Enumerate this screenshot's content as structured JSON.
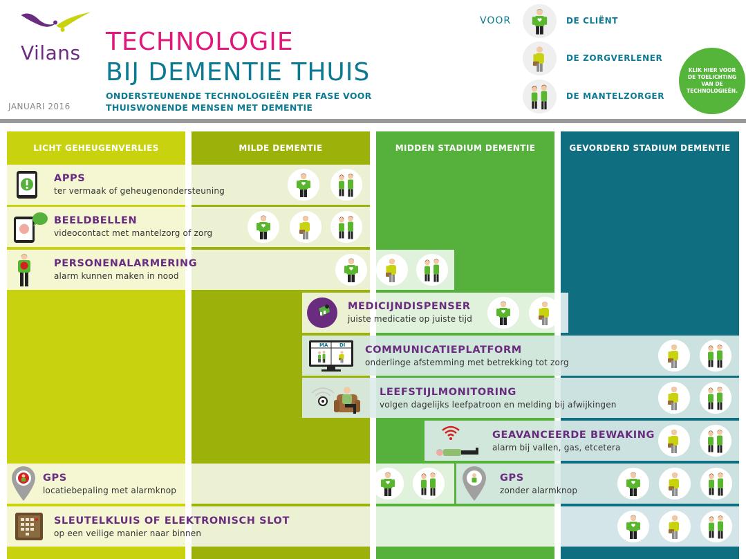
{
  "header": {
    "logo_text": "Vilans",
    "title_line1": "TECHNOLOGIE",
    "title_line2": "BIJ DEMENTIE THUIS",
    "subtitle_line1": "ONDERSTEUNENDE TECHNOLOGIEËN PER FASE VOOR",
    "subtitle_line2": "THUISWONENDE MENSEN MET DEMENTIE",
    "date": "JANUARI 2016"
  },
  "legend": {
    "voor": "VOOR",
    "client": "DE CLIËNT",
    "zorgverlener": "DE ZORGVERLENER",
    "mantelzorger": "DE MANTELZORGER",
    "info_button": "KLIK HIER VOOR DE TOELICHTING VAN DE TECHNOLOGIEËN."
  },
  "columns": [
    {
      "label": "LICHT GEHEUGENVERLIES",
      "color": "#c9d20e"
    },
    {
      "label": "MILDE DEMENTIE",
      "color": "#9db10b"
    },
    {
      "label": "MIDDEN STADIUM DEMENTIE",
      "color": "#55b13c"
    },
    {
      "label": "GEVORDERD STADIUM DEMENTIE",
      "color": "#0f6f81"
    }
  ],
  "rows": {
    "apps": {
      "title": "APPS",
      "sub": "ter vermaak of geheugenondersteuning",
      "icon": "tablet-alert-icon"
    },
    "beeldbellen": {
      "title": "BEELDBELLEN",
      "sub": "videocontact met mantelzorg of zorg",
      "icon": "video-call-icon"
    },
    "personenalarmering": {
      "title": "PERSONENALARMERING",
      "sub": "alarm kunnen maken in nood",
      "icon": "alarm-pendant-icon"
    },
    "medicijndispenser": {
      "title": "MEDICIJNDISPENSER",
      "sub": "juiste medicatie op juiste tijd",
      "icon": "pill-dispenser-icon"
    },
    "communicatieplatform": {
      "title": "COMMUNICATIEPLATFORM",
      "sub": "onderlinge afstemming met betrekking tot zorg",
      "icon": "monitor-calendar-icon",
      "days": [
        "MA",
        "DI"
      ]
    },
    "leefstijlmonitoring": {
      "title": "LEEFSTIJLMONITORING",
      "sub": "volgen dagelijks leefpatroon en melding bij afwijkingen",
      "icon": "sensor-armchair-icon"
    },
    "bewaking": {
      "title": "GEAVANCEERDE BEWAKING",
      "sub": "alarm bij vallen, gas, etcetera",
      "icon": "fall-detection-icon"
    },
    "gps1": {
      "title": "GPS",
      "sub": "locatiebepaling met alarmknop",
      "icon": "gps-alarm-pin-icon"
    },
    "gps2": {
      "title": "GPS",
      "sub": "zonder alarmknop",
      "icon": "gps-pin-icon"
    },
    "sleutelkluis": {
      "title": "SLEUTELKLUIS OF ELEKTRONISCH SLOT",
      "sub": "op een veilige manier naar binnen",
      "icon": "keypad-lock-icon"
    }
  },
  "colors": {
    "purple": "#6a2c7f",
    "pink": "#e0187b",
    "teal": "#0d7a92",
    "person_green": "#5ab52f",
    "person_yellow": "#c9d20e"
  }
}
